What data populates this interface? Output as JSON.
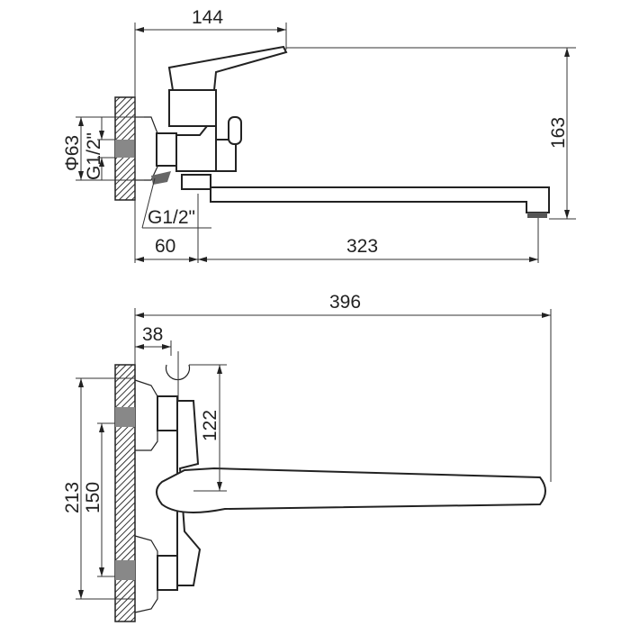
{
  "top_view": {
    "dims": {
      "width_body": "144",
      "height_spout": "163",
      "wall_offset": "60",
      "spout_reach": "323",
      "flange_diameter": "Φ63",
      "inlet_thread": "G1/2\"",
      "outlet_thread": "G1/2\""
    }
  },
  "side_view": {
    "dims": {
      "total_length": "396",
      "holder_offset": "38",
      "holder_height": "122",
      "total_height": "213",
      "center_distance": "150"
    }
  }
}
